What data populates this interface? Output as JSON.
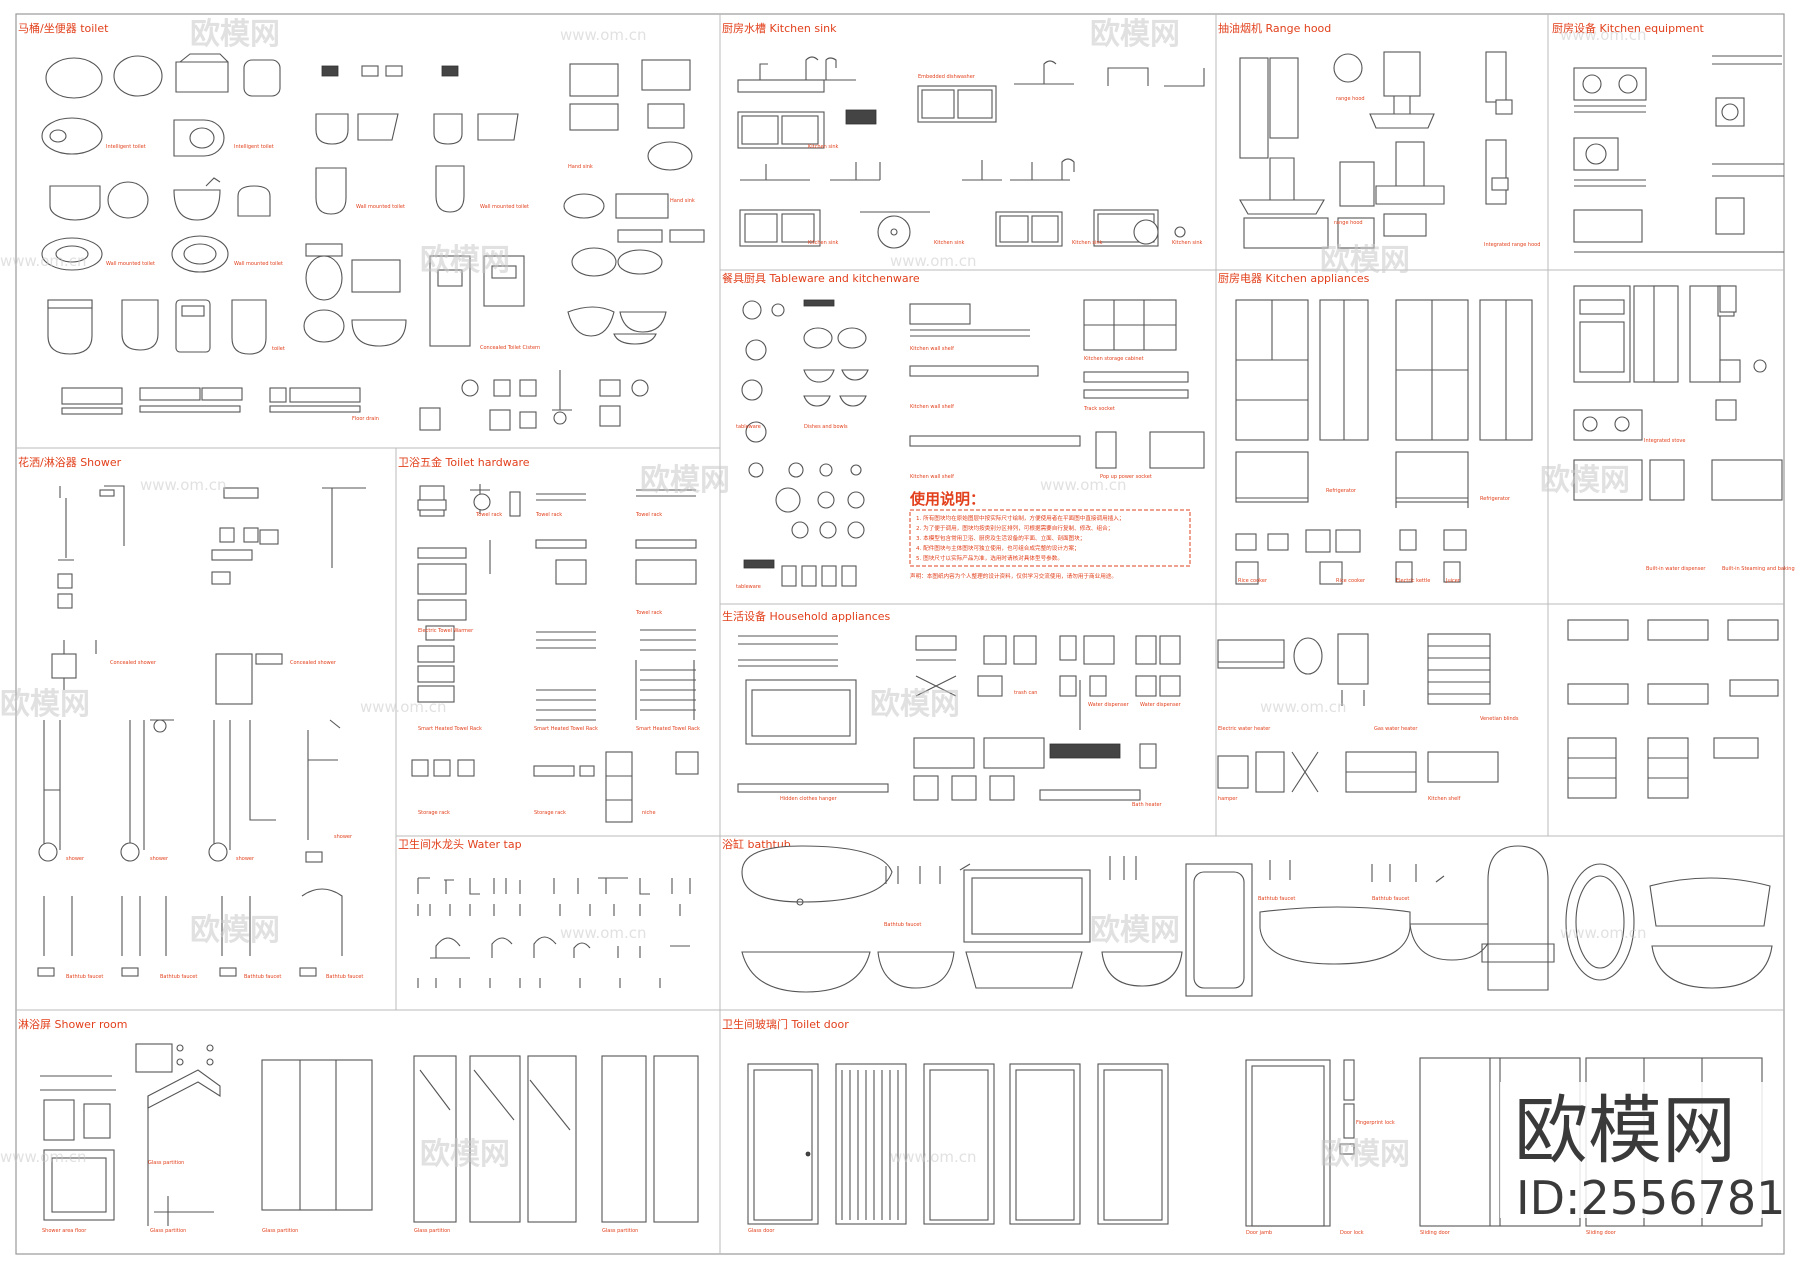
{
  "sections": [
    {
      "key": "toilet",
      "title": "马桶/坐便器 toilet"
    },
    {
      "key": "kitchen_sink",
      "title": "厨房水槽 Kitchen sink"
    },
    {
      "key": "range_hood",
      "title": "抽油烟机 Range hood"
    },
    {
      "key": "kitchen_equipment",
      "title": "厨房设备 Kitchen equipment"
    },
    {
      "key": "tableware",
      "title": "餐具厨具 Tableware and kitchenware"
    },
    {
      "key": "kitchen_appliances",
      "title": "厨房电器 Kitchen appliances"
    },
    {
      "key": "shower",
      "title": "花洒/淋浴器 Shower"
    },
    {
      "key": "toilet_hardware",
      "title": "卫浴五金 Toilet hardware"
    },
    {
      "key": "household_appliances",
      "title": "生活设备 Household appliances"
    },
    {
      "key": "water_tap",
      "title": "卫生间水龙头 Water tap"
    },
    {
      "key": "bathtub",
      "title": "浴缸 bathtub"
    },
    {
      "key": "shower_room",
      "title": "淋浴屏 Shower room"
    },
    {
      "key": "toilet_door",
      "title": "卫生间玻璃门 Toilet door"
    }
  ],
  "labels": {
    "intelligent_toilet_1": "Intelligent toilet",
    "intelligent_toilet_2": "Intelligent toilet",
    "wall_mounted_toilet_1": "Wall mounted toilet",
    "wall_mounted_toilet_2": "Wall mounted toilet",
    "wall_mounted_toilet_3": "Wall mounted toilet",
    "wall_mounted_toilet_4": "Wall mounted toilet",
    "toilet": "toilet",
    "concealed_toilet_cistern": "Concealed Toilet Cistern",
    "floor_drain": "Floor drain",
    "hand_sink": "Hand sink",
    "hand_sink_2": "Hand sink",
    "kitchen_sink_1": "Kitchen sink",
    "kitchen_sink_2": "Kitchen sink",
    "kitchen_sink_3": "Kitchen sink",
    "kitchen_sink_4": "Kitchen sink",
    "kitchen_sink_5": "Kitchen sink",
    "embedded_dishwasher": "Embedded dishwasher",
    "range_hood_1": "range hood",
    "range_hood_2": "range hood",
    "integrated_range_hood": "Integrated range hood",
    "tableware_1": "tableware",
    "tableware_2": "tableware",
    "dishes_bowls": "Dishes and bowls",
    "kitchen_wall_shelf_1": "Kitchen wall shelf",
    "kitchen_wall_shelf_2": "Kitchen wall shelf",
    "kitchen_wall_shelf_3": "Kitchen wall shelf",
    "kitchen_storage_cabinet": "Kitchen storage cabinet",
    "track_socket": "Track socket",
    "pop_up_socket": "Pop up power socket",
    "refrigerator_1": "Refrigerator",
    "refrigerator_2": "Refrigerator",
    "rice_cooker_1": "Rice cooker",
    "rice_cooker_2": "Rice cooker",
    "electric_kettle": "Electric kettle",
    "juicer": "Juicer",
    "integrated_stove": "Integrated stove",
    "builtin_water_dispenser": "Built-in water dispenser",
    "builtin_steaming_baking": "Built-in Steaming and baking",
    "concealed_shower_1": "Concealed shower",
    "concealed_shower_2": "Concealed shower",
    "shower_1": "shower",
    "shower_2": "shower",
    "shower_3": "shower",
    "shower_4": "shower",
    "bathtub_faucet_1": "Bathtub faucet",
    "bathtub_faucet_2": "Bathtub faucet",
    "bathtub_faucet_3": "Bathtub faucet",
    "bathtub_faucet_4": "Bathtub faucet",
    "bathtub_faucet_5": "Bathtub faucet",
    "bathtub_faucet_6": "Bathtub faucet",
    "bathtub_faucet_7": "Bathtub faucet",
    "towel_rack_1": "Towel rack",
    "towel_rack_2": "Towel rack",
    "towel_rack_3": "Towel rack",
    "towel_rack_4": "Towel rack",
    "electric_towel_warmer": "Electric Towel Warmer",
    "smart_towel_rack_1": "Smart Heated Towel Rack",
    "smart_towel_rack_2": "Smart Heated Towel Rack",
    "smart_towel_rack_3": "Smart Heated Towel Rack",
    "storage_rack_1": "Storage rack",
    "storage_rack_2": "Storage rack",
    "niche": "niche",
    "hidden_clothes_hanger": "Hidden clothes hanger",
    "trash_can": "trash can",
    "water_dispenser_1": "Water dispenser",
    "water_dispenser_2": "Water dispenser",
    "bath_heater": "Bath heater",
    "electric_water_heater": "Electric water heater",
    "gas_water_heater": "Gas water heater",
    "venetian_blinds": "Venetian blinds",
    "hamper": "hamper",
    "kitchen_shelf": "Kitchen shelf",
    "shower_area_floor": "Shower area floor",
    "glass_partition_1": "Glass partition",
    "glass_partition_2": "Glass partition",
    "glass_partition_3": "Glass partition",
    "glass_partition_4": "Glass partition",
    "glass_partition_5": "Glass partition",
    "glass_door": "Glass door",
    "fingerprint_lock": "Fingerprint lock",
    "door_jamb": "Door jamb",
    "door_lock": "Door lock",
    "sliding_door_1": "Sliding door",
    "sliding_door_2": "Sliding door"
  },
  "usage": {
    "title": "使用说明：",
    "lines": [
      "1. 所有图块均在原始图层中按实际尺寸绘制，方便使用者在平面图中直接调用插入；",
      "2. 为了便于调用，图块均按类别分区排列，可根据需要自行复制、修改、组合；",
      "3. 本模型包含常用卫浴、厨房及生活设备的平面、立面、剖面图块；",
      "4. 配件图块与主体图块可独立使用，也可组合成完整的设计方案；",
      "5. 图块尺寸以实际产品为准，选用时请核对具体型号参数。"
    ],
    "note": "声明：本图纸内容为个人整理的设计资料，仅供学习交流使用，请勿用于商业用途。"
  },
  "watermark": {
    "name": "欧模网",
    "url": "www.om.cn"
  },
  "logo": {
    "name": "欧模网",
    "id": "ID:2556781"
  },
  "colors": {
    "accent": "#e2401c",
    "line": "#555555",
    "logo": "#3a3a3a",
    "watermark": "#c9c9c9"
  }
}
